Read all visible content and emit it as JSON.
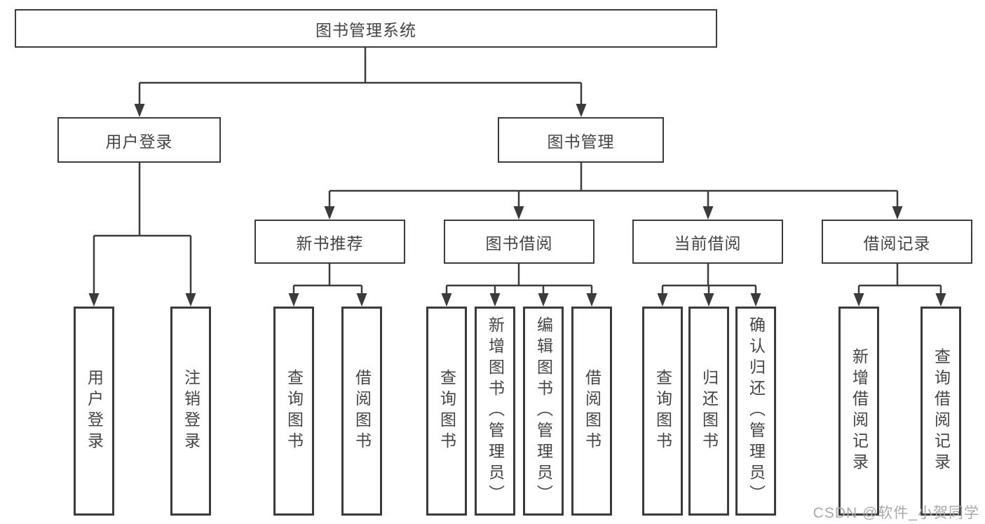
{
  "tree": {
    "root": {
      "label": "图书管理系统"
    },
    "children": [
      {
        "label": "用户登录",
        "children": [
          {
            "label": "用户登录"
          },
          {
            "label": "注销登录"
          }
        ]
      },
      {
        "label": "图书管理",
        "children": [
          {
            "label": "新书推荐",
            "children": [
              {
                "label": "查询图书"
              },
              {
                "label": "借阅图书"
              }
            ]
          },
          {
            "label": "图书借阅",
            "children": [
              {
                "label": "查询图书"
              },
              {
                "label": "新增图书（管理员）"
              },
              {
                "label": "编辑图书（管理员）"
              },
              {
                "label": "借阅图书"
              }
            ]
          },
          {
            "label": "当前借阅",
            "children": [
              {
                "label": "查询图书"
              },
              {
                "label": "归还图书"
              },
              {
                "label": "确认归还（管理员）"
              }
            ]
          },
          {
            "label": "借阅记录",
            "children": [
              {
                "label": "新增借阅记录"
              },
              {
                "label": "查询借阅记录"
              }
            ]
          }
        ]
      }
    ]
  },
  "watermark": "CSDN @软件_小贺同学",
  "colors": {
    "line": "#3b3b3b",
    "text": "#444444",
    "watermark": "#a9a9a9",
    "background": "#ffffff"
  }
}
